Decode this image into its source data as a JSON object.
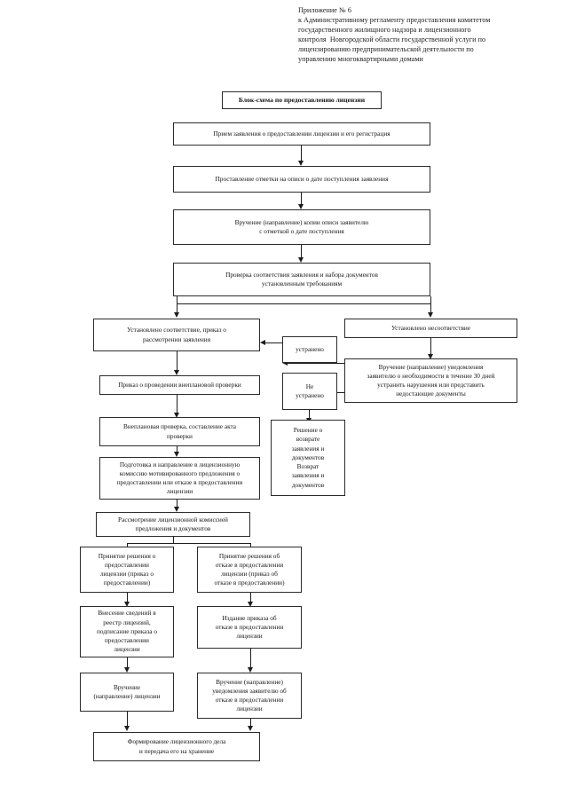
{
  "header": {
    "lines": [
      "Приложение № 6",
      "к Административному регламенту предоставления комитетом",
      "государственного жилищного надзора и лицензионного",
      "контроля  Новгородской области государственной услуги по",
      "лицензированию предпринимательской деятельности по",
      "управлению многоквартирными домами"
    ]
  },
  "chart_data": {
    "type": "diagram",
    "title": "Блок-схема по предоставлению лицензии",
    "nodes": [
      {
        "id": "title",
        "label": "Блок-схема по предоставлению лицензии"
      },
      {
        "id": "n1",
        "label": "Прием заявления о предоставлении лицензии и его регистрация"
      },
      {
        "id": "n2",
        "label": "Проставление отметки на описи о дате поступления заявления"
      },
      {
        "id": "n3",
        "label": "Вручение (направление) копии описи заявителю\nс отметкой о дате поступления"
      },
      {
        "id": "n4",
        "label": "Проверка соответствия заявления и набора документов\nустановленным требованиям"
      },
      {
        "id": "conform",
        "label": "Установлено соответствие, приказ о\nрассмотрении заявления"
      },
      {
        "id": "nonconform",
        "label": "Установлено несоответствие"
      },
      {
        "id": "notice",
        "label": "Вручение (направление) уведомления\nзаявителю о необходимости в течение 30 дней\nустранить нарушения или представить\nнедостающие документы"
      },
      {
        "id": "fixed",
        "label": "устранено"
      },
      {
        "id": "notfixed",
        "label": "Не\nустранено"
      },
      {
        "id": "order_check",
        "label": "Приказ о проведении внеплановой проверки"
      },
      {
        "id": "inspection",
        "label": "Внеплановая проверка, составление акта\nпроверки"
      },
      {
        "id": "return_doc",
        "label": "Решение о\nвозврате\nзаявления и\nдокументов\nВозврат\nзаявления и\nдокументов"
      },
      {
        "id": "prepare",
        "label": "Подготовка и направление в лицензионную\nкомиссию мотивированного предложения о\nпредоставлении или отказе в предоставлении\nлицензии"
      },
      {
        "id": "review",
        "label": "Рассмотрение лицензионной комиссией\nпредложения и документов"
      },
      {
        "id": "grant_dec",
        "label": "Принятие решения о\nпредоставлении\nлицензии (приказ о\nпредоставлении)"
      },
      {
        "id": "refuse_dec",
        "label": "Принятие решения об\nотказе в предоставлении\nлицензии (приказ об\nотказе в предоставлении)"
      },
      {
        "id": "registry",
        "label": "Внесение сведений в\nреестр лицензий,\nподписание приказа о\nпредоставлении\nлицензии"
      },
      {
        "id": "issue_refuse",
        "label": "Издание приказа об\nотказе в предоставлении\nлицензии"
      },
      {
        "id": "deliver_lic",
        "label": "Вручение\n(направление) лицензии"
      },
      {
        "id": "deliver_ref",
        "label": "Вручение (направление)\nуведомления заявителю об\nотказе в предоставлении\nлицензии"
      },
      {
        "id": "archive",
        "label": "Формирование лицензионного дела\nи передача его на хранение"
      }
    ],
    "edges": [
      {
        "from": "n1",
        "to": "n2"
      },
      {
        "from": "n2",
        "to": "n3"
      },
      {
        "from": "n3",
        "to": "n4"
      },
      {
        "from": "n4",
        "to": "conform"
      },
      {
        "from": "n4",
        "to": "nonconform"
      },
      {
        "from": "nonconform",
        "to": "notice"
      },
      {
        "from": "notice",
        "to": "fixed"
      },
      {
        "from": "notice",
        "to": "notfixed"
      },
      {
        "from": "fixed",
        "to": "conform"
      },
      {
        "from": "notfixed",
        "to": "return_doc"
      },
      {
        "from": "conform",
        "to": "order_check"
      },
      {
        "from": "order_check",
        "to": "inspection"
      },
      {
        "from": "inspection",
        "to": "prepare"
      },
      {
        "from": "prepare",
        "to": "review"
      },
      {
        "from": "review",
        "to": "grant_dec"
      },
      {
        "from": "review",
        "to": "refuse_dec"
      },
      {
        "from": "grant_dec",
        "to": "registry"
      },
      {
        "from": "refuse_dec",
        "to": "issue_refuse"
      },
      {
        "from": "registry",
        "to": "deliver_lic"
      },
      {
        "from": "issue_refuse",
        "to": "deliver_ref"
      },
      {
        "from": "deliver_lic",
        "to": "archive"
      },
      {
        "from": "deliver_ref",
        "to": "archive"
      }
    ]
  }
}
